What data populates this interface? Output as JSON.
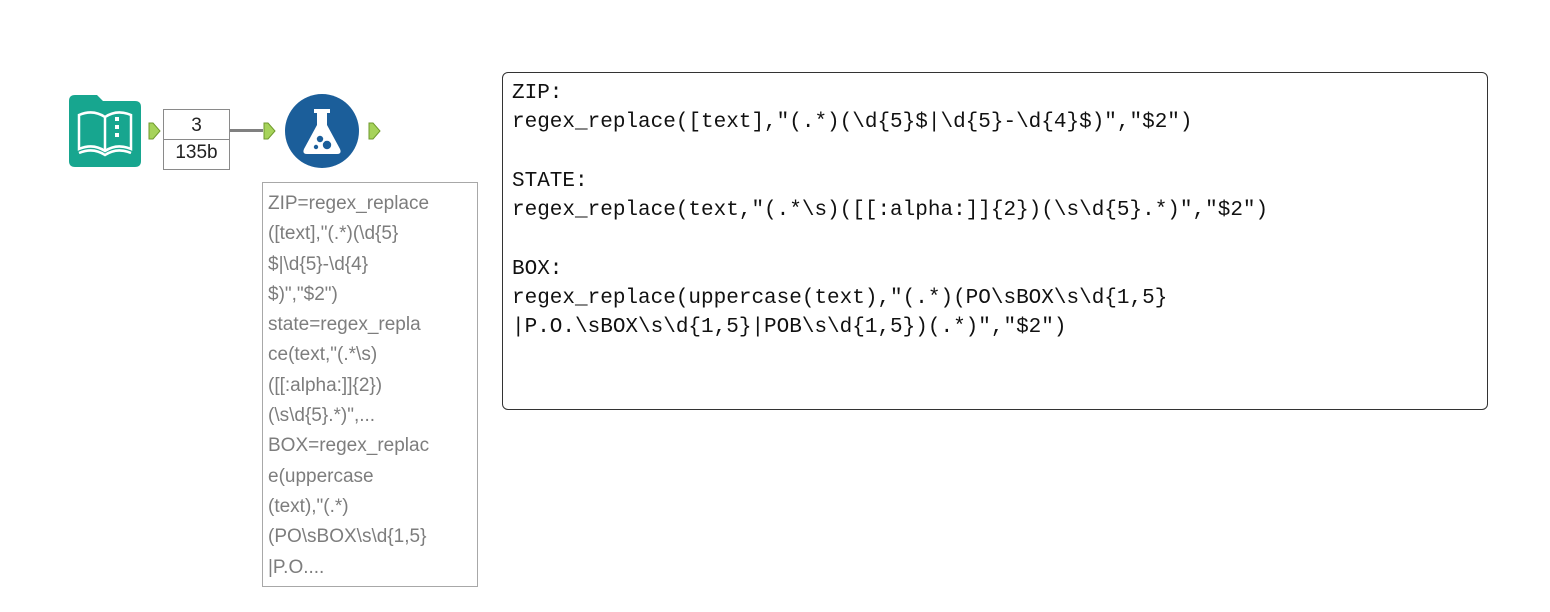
{
  "record_count": {
    "records": "3",
    "size": "135b"
  },
  "tools": {
    "input": {
      "icon": "book-icon",
      "color": "#17a68f"
    },
    "formula": {
      "icon": "flask-icon",
      "color": "#1b5e9a"
    },
    "anchor_color": "#a6d35a"
  },
  "annotation": {
    "lines": [
      "ZIP=regex_replace",
      "([text],\"(.*)(\\d{5}",
      "$|\\d{5}-\\d{4}",
      "$)\",\"$2\")",
      "state=regex_repla",
      "ce(text,\"(.*\\s)",
      "([[:alpha:]]{2})",
      "(\\s\\d{5}.*)\",...",
      "BOX=regex_replac",
      "e(uppercase",
      "(text),\"(.*)",
      "(PO\\sBOX\\s\\d{1,5}",
      "|P.O...."
    ]
  },
  "comment": {
    "lines": [
      "ZIP:",
      "regex_replace([text],\"(.*)(\\d{5}$|\\d{5}-\\d{4}$)\",\"$2\")",
      "",
      "STATE:",
      "regex_replace(text,\"(.*\\s)([[:alpha:]]{2})(\\s\\d{5}.*)\",\"$2\")",
      "",
      "BOX:",
      "regex_replace(uppercase(text),\"(.*)(PO\\sBOX\\s\\d{1,5}",
      "|P.O.\\sBOX\\s\\d{1,5}|POB\\s\\d{1,5})(.*)\",\"$2\")"
    ]
  }
}
